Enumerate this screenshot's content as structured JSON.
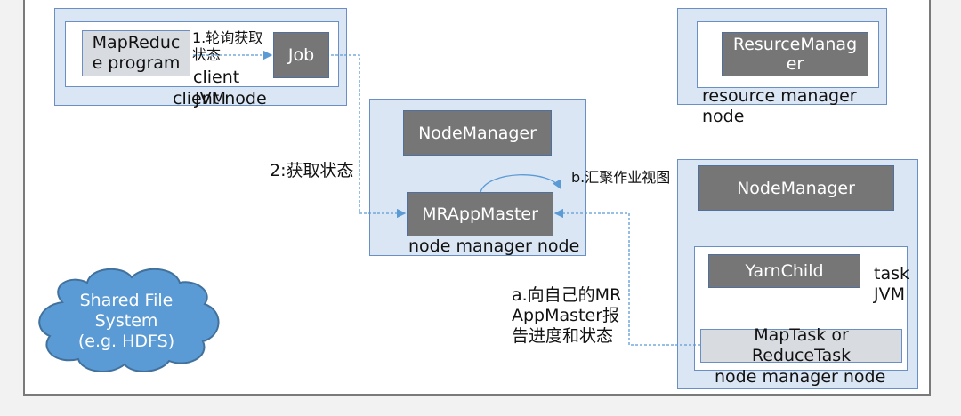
{
  "client_node": {
    "program": "MapReduce program",
    "job": "Job",
    "client_jvm_1": "client",
    "client_jvm_2": "JVM",
    "node_label": "client node"
  },
  "resource_manager_node": {
    "manager": "ResurceManager",
    "node_label": "resource manager node"
  },
  "app_master_node": {
    "node_manager": "NodeManager",
    "app_master": "MRAppMaster",
    "node_label": "node manager node"
  },
  "worker_node": {
    "node_manager": "NodeManager",
    "yarn_child": "YarnChild",
    "task_jvm": "task JVM",
    "task": "MapTask or ReduceTask",
    "node_label": "node manager node"
  },
  "edges": {
    "poll_status": "1.轮询获取状态",
    "get_status": "2:获取状态",
    "aggregate_view": "b.汇聚作业视图",
    "report_progress": "a.向自己的MRAppMaster报告进度和状态"
  },
  "storage": {
    "shared_fs": "Shared File System (e.g. HDFS)"
  },
  "colors": {
    "node_fill": "#dbe6f4",
    "node_border": "#6a8fc4",
    "box_dark": "#767676",
    "box_light": "#d8dbe0",
    "cloud": "#5b9bd5",
    "arrow": "#5b9bd5"
  }
}
